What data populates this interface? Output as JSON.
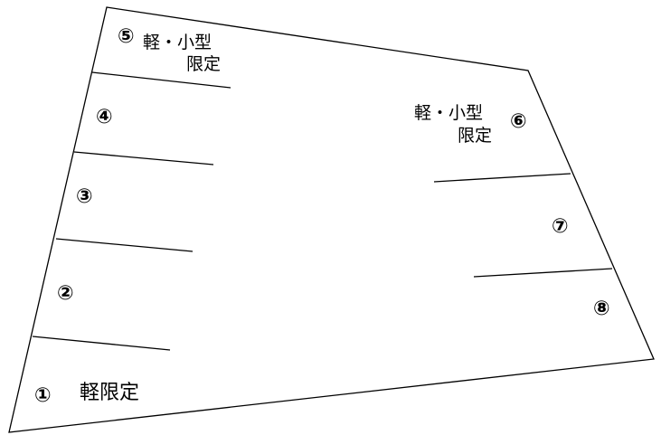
{
  "spaces": [
    {
      "number": "①",
      "note": "軽限定"
    },
    {
      "number": "②"
    },
    {
      "number": "③"
    },
    {
      "number": "④"
    },
    {
      "number": "⑤",
      "note_line1": "軽・小型",
      "note_line2": "限定"
    },
    {
      "number": "⑥",
      "note_line1": "軽・小型",
      "note_line2": "限定"
    },
    {
      "number": "⑦"
    },
    {
      "number": "⑧"
    }
  ]
}
